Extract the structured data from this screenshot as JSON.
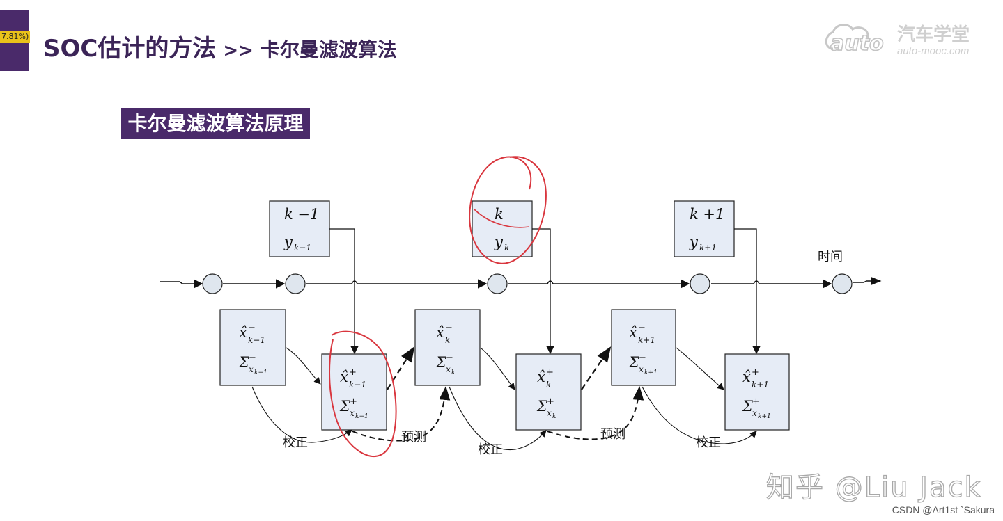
{
  "header": {
    "badge": "7.81%)",
    "title": "SOC估计的方法",
    "separator": ">>",
    "subtitle": "卡尔曼滤波算法"
  },
  "logo": {
    "brand_text": "汽车学堂",
    "site": "auto-mooc.com",
    "mark": "auto"
  },
  "section": {
    "label": "卡尔曼滤波算法原理"
  },
  "diagram": {
    "time_label": "时间",
    "steps": [
      {
        "top": "k −1",
        "y": "y",
        "y_sub": "k−1"
      },
      {
        "top": "k",
        "y": "y",
        "y_sub": "k"
      },
      {
        "top": "k +1",
        "y": "y",
        "y_sub": "k+1"
      }
    ],
    "prior_states": [
      {
        "x": "x̂",
        "x_sup": "−",
        "x_sub": "k−1",
        "s": "Σ",
        "s_sup": "−",
        "s_sub": "x",
        "s_subsub": "k−1"
      },
      {
        "x": "x̂",
        "x_sup": "−",
        "x_sub": "k",
        "s": "Σ",
        "s_sup": "−",
        "s_sub": "x",
        "s_subsub": "k"
      },
      {
        "x": "x̂",
        "x_sup": "−",
        "x_sub": "k+1",
        "s": "Σ",
        "s_sup": "−",
        "s_sub": "x",
        "s_subsub": "k+1"
      }
    ],
    "post_states": [
      {
        "x": "x̂",
        "x_sup": "+",
        "x_sub": "k−1",
        "s": "Σ",
        "s_sup": "+",
        "s_sub": "x",
        "s_subsub": "k−1"
      },
      {
        "x": "x̂",
        "x_sup": "+",
        "x_sub": "k",
        "s": "Σ",
        "s_sup": "+",
        "s_sub": "x",
        "s_subsub": "k"
      },
      {
        "x": "x̂",
        "x_sup": "+",
        "x_sub": "k+1",
        "s": "Σ",
        "s_sup": "+",
        "s_sub": "x",
        "s_subsub": "k+1"
      }
    ],
    "correct_label": "校正",
    "predict_label": "预测"
  },
  "watermark": "知乎 @Liu Jack",
  "credit": "CSDN @Art1st `Sakura",
  "colors": {
    "accent": "#4a2a6a",
    "title_text": "#3b2457",
    "box_fill": "#e6ecf6",
    "node_fill": "#dfe6ee",
    "annotation": "#d9363e"
  }
}
